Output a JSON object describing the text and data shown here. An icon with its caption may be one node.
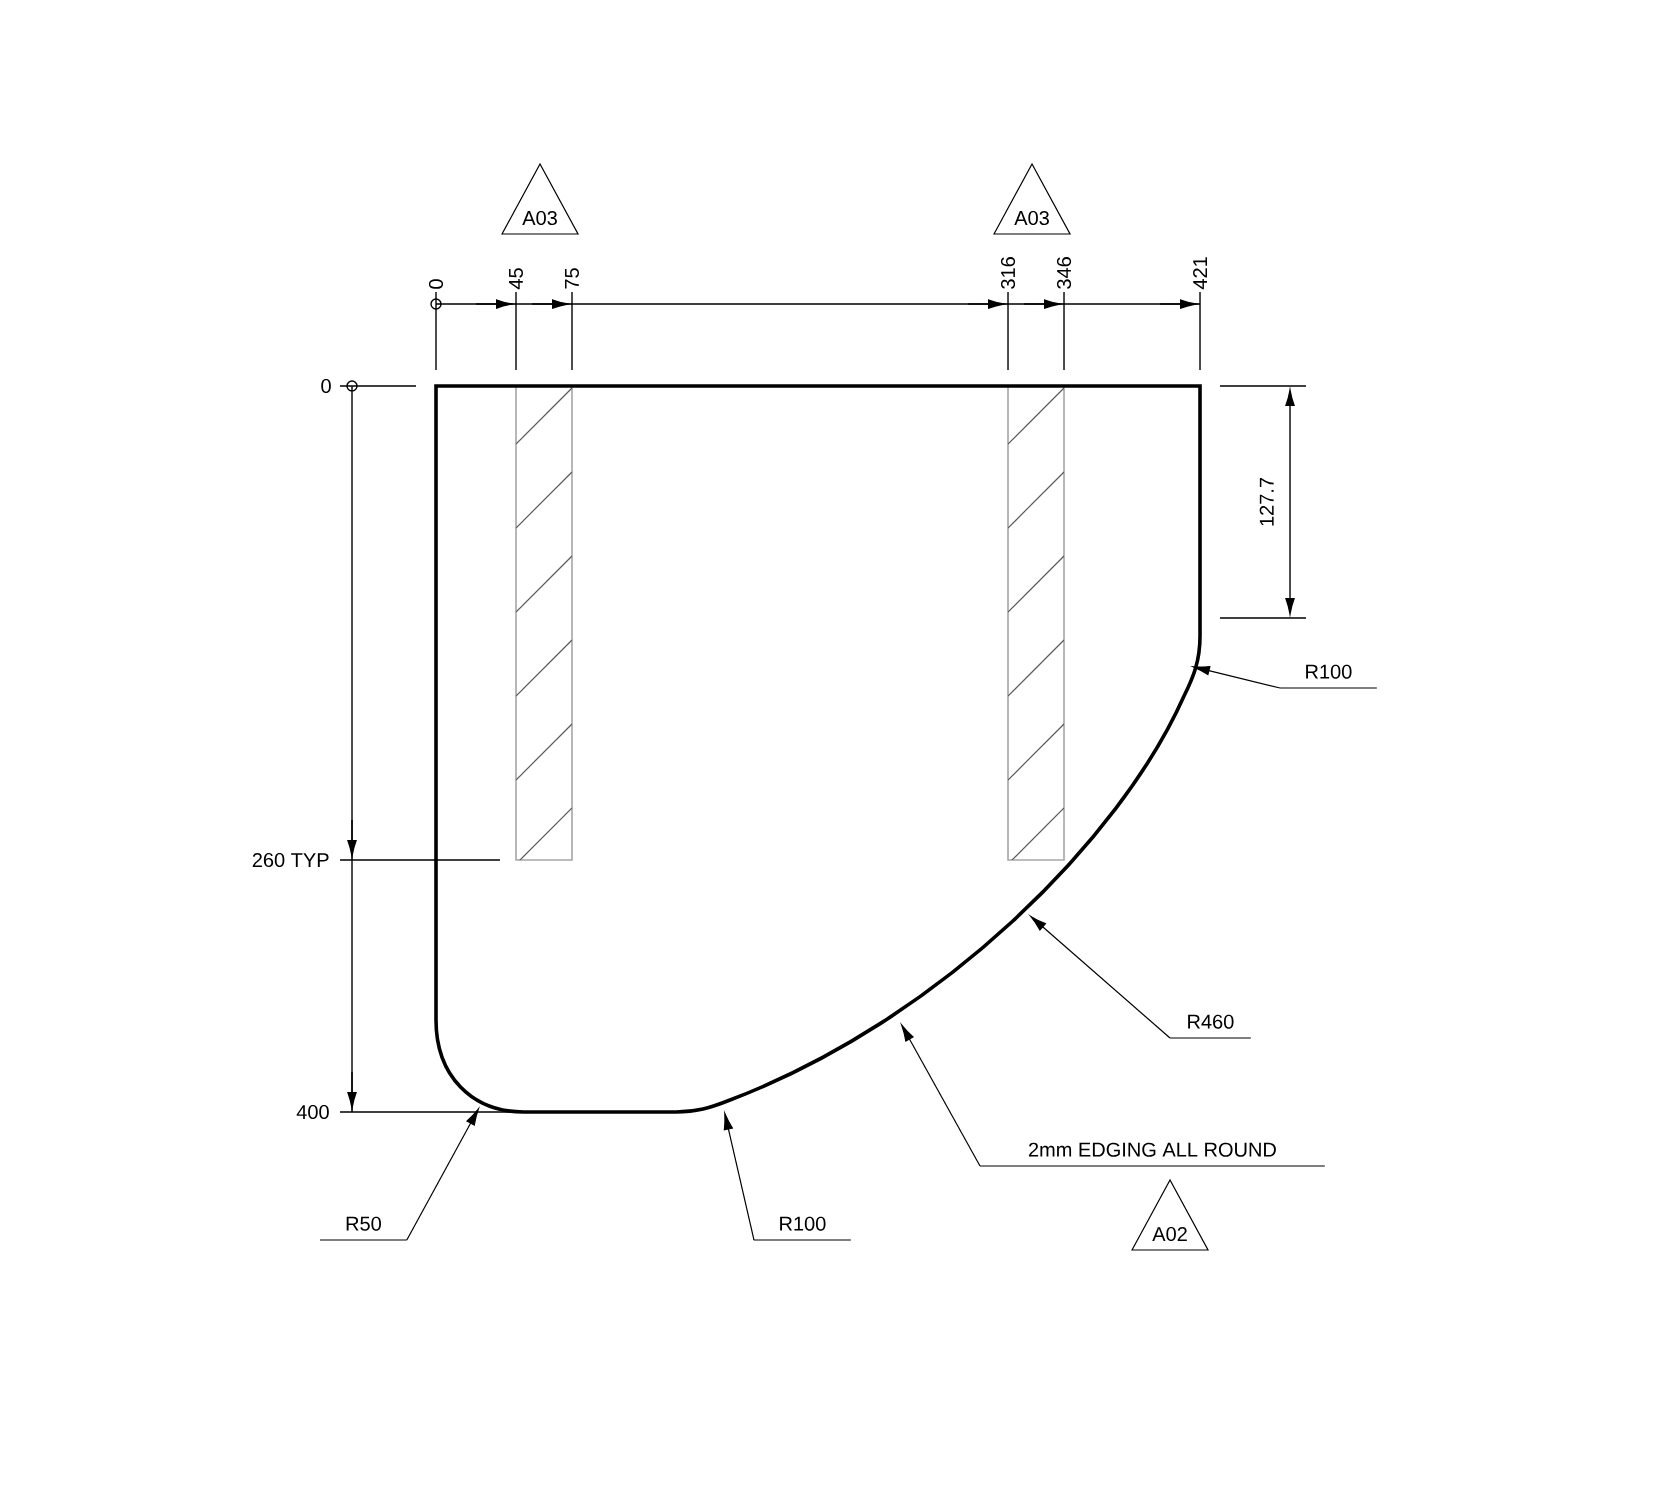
{
  "diagram": {
    "nodes": [
      {
        "text": [],
        "shape": "picture"
      },
      {
        "text": [
          "R100"
        ]
      },
      {
        "text": [
          "R460"
        ]
      },
      {
        "text": [
          "2mm EDGING ALL ROUND"
        ]
      },
      {
        "text": [
          "R50"
        ]
      },
      {
        "text": [
          "R100"
        ]
      }
    ],
    "edges": [
      {
        "from": 1,
        "to": 0,
        "arrow": "to"
      },
      {
        "from": 2,
        "to": 0,
        "arrow": "to"
      },
      {
        "from": 3,
        "to": 0,
        "arrow": "to"
      },
      {
        "from": 4,
        "to": 0,
        "arrow": "to"
      },
      {
        "from": 5,
        "to": 0,
        "arrow": "to"
      }
    ],
    "labels": [
      "A03",
      "A03",
      "0",
      "45",
      "75",
      "316",
      "346",
      "421",
      "0",
      "127.7",
      "260 TYP",
      "400",
      "A02"
    ]
  }
}
